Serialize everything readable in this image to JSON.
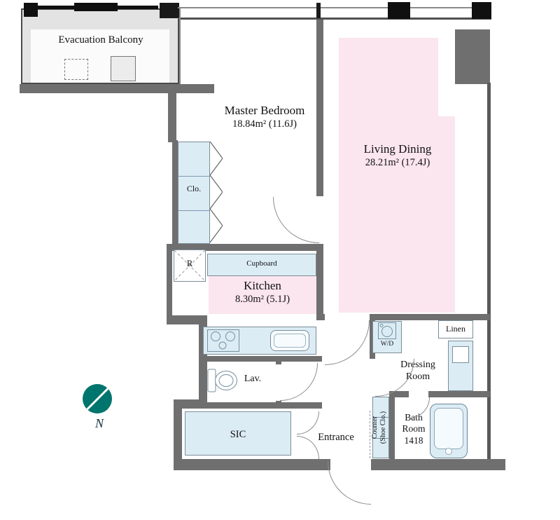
{
  "colors": {
    "wall": "#6f6f6f",
    "pink": "#fbe5ee",
    "blue": "#dcecf5",
    "balcony": "#e3e3e3",
    "teal": "#00756d"
  },
  "labels": {
    "evacuation_balcony": "Evacuation Balcony",
    "master_bedroom_name": "Master Bedroom",
    "master_bedroom_area": "18.84m² (11.6J)",
    "living_dining_name": "Living Dining",
    "living_dining_area": "28.21m² (17.4J)",
    "kitchen_name": "Kitchen",
    "kitchen_area": "8.30m² (5.1J)",
    "closet": "Clo.",
    "refrigerator": "R",
    "cupboard": "Cupboard",
    "washer_dryer": "W/D",
    "linen": "Linen",
    "dressing_room": "Dressing Room",
    "lavatory": "Lav.",
    "shoe_in_closet": "SIC",
    "entrance": "Entrance",
    "counter_line1": "Counter",
    "counter_line2": "(Shoe Clo.)",
    "bath_room_name": "Bath Room",
    "bath_room_size": "1418",
    "north": "N"
  }
}
